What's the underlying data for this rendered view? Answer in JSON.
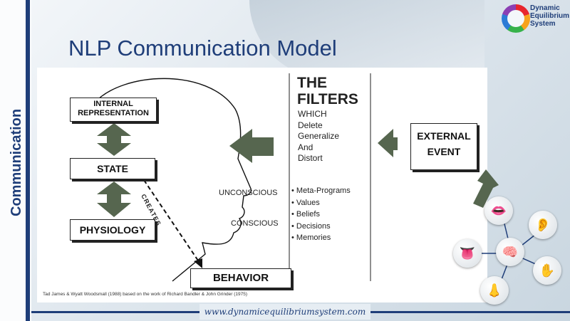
{
  "slide": {
    "title": "NLP Communication Model",
    "side_label": "Communication",
    "website": "www.dynamicequilibriumsystem.com",
    "logo": {
      "line1": "Dynamic",
      "line2": "Equilibrium",
      "line3": "System"
    }
  },
  "diagram": {
    "internal_representation": {
      "line1": "INTERNAL",
      "line2": "REPRESENTATION"
    },
    "state": "STATE",
    "physiology": "PHYSIOLOGY",
    "behavior": "BEHAVIOR",
    "creates": "CREATES",
    "external_event": {
      "line1": "EXTERNAL",
      "line2": "EVENT"
    },
    "filters_title": {
      "line1": "THE",
      "line2": "FILTERS"
    },
    "filters_which": [
      "WHICH",
      "Delete",
      "Generalize",
      "And",
      "Distort"
    ],
    "unconscious": "UNCONSCIOUS",
    "conscious": "CONSCIOUS",
    "filter_items": [
      "Meta-Programs",
      "Values",
      "Beliefs",
      "Decisions",
      "Memories"
    ],
    "credit": "Tad James & Wyatt Woodsmall (1988) based on the work of Richard Bandler & John Grinder (1975)"
  },
  "colors": {
    "brand": "#1f3e79",
    "arrow": "#56664f",
    "text": "#222222"
  },
  "senses_icons": [
    "mouth-icon",
    "ear-icon",
    "nose-icon",
    "hand-icon",
    "tongue-icon",
    "brain-icon"
  ]
}
